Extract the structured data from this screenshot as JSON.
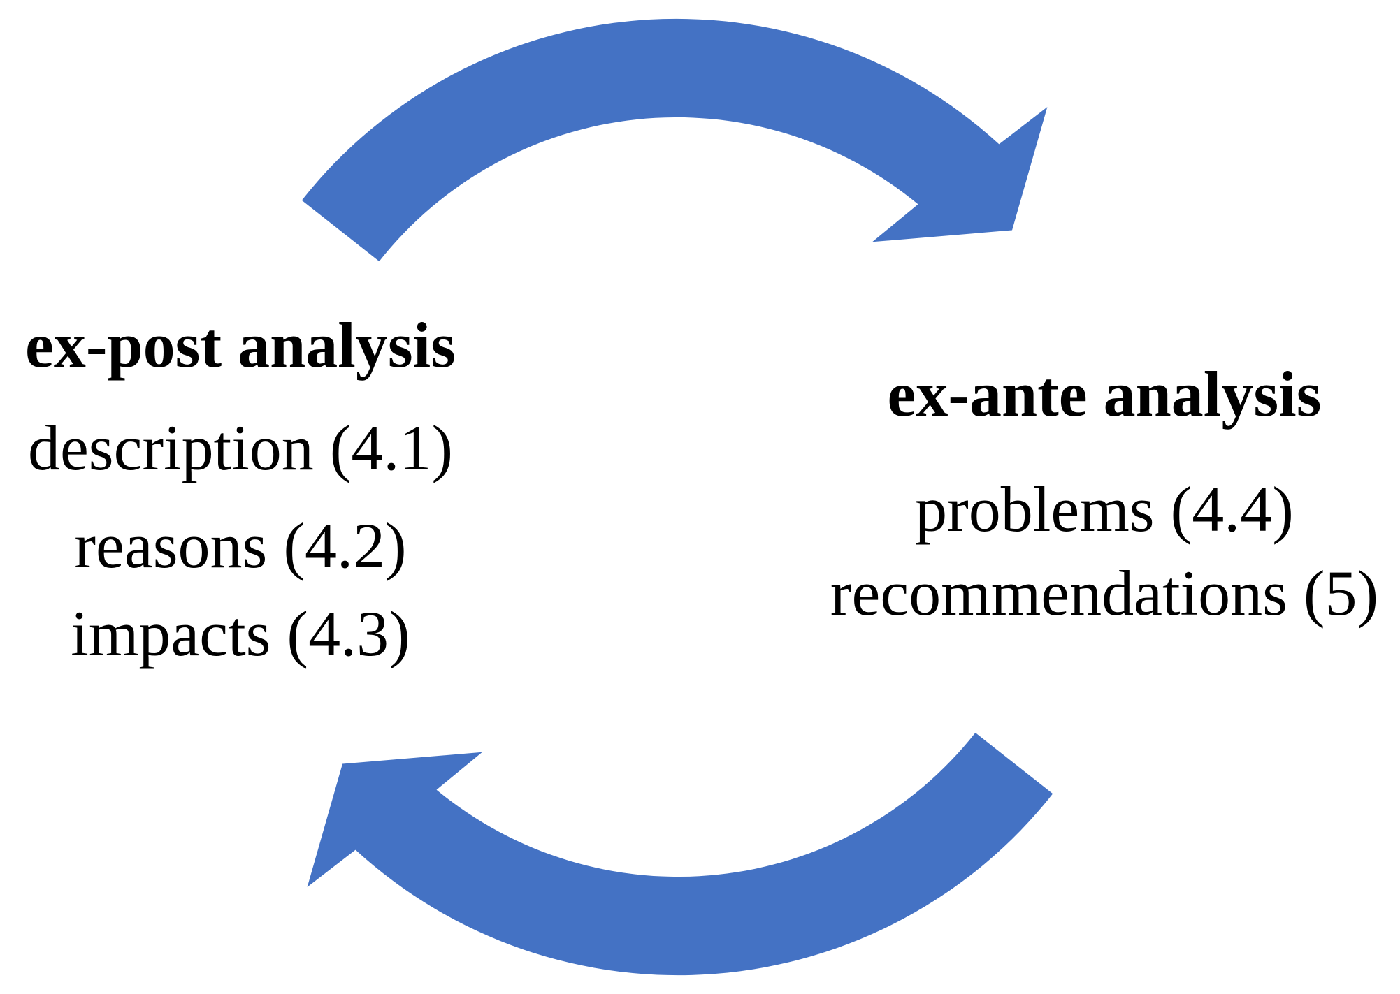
{
  "colors": {
    "arrow": "#4472C4",
    "text": "#000000",
    "background": "#FFFFFF"
  },
  "diagram": {
    "type": "cycle",
    "left_block": {
      "heading": "ex-post analysis",
      "items": [
        "description (4.1)",
        "reasons (4.2)",
        "impacts (4.3)"
      ]
    },
    "right_block": {
      "heading": "ex-ante analysis",
      "items": [
        "problems (4.4)",
        "recommendations (5)"
      ]
    },
    "arrows": [
      {
        "position": "top",
        "direction": "left-to-right"
      },
      {
        "position": "bottom",
        "direction": "right-to-left"
      }
    ]
  }
}
